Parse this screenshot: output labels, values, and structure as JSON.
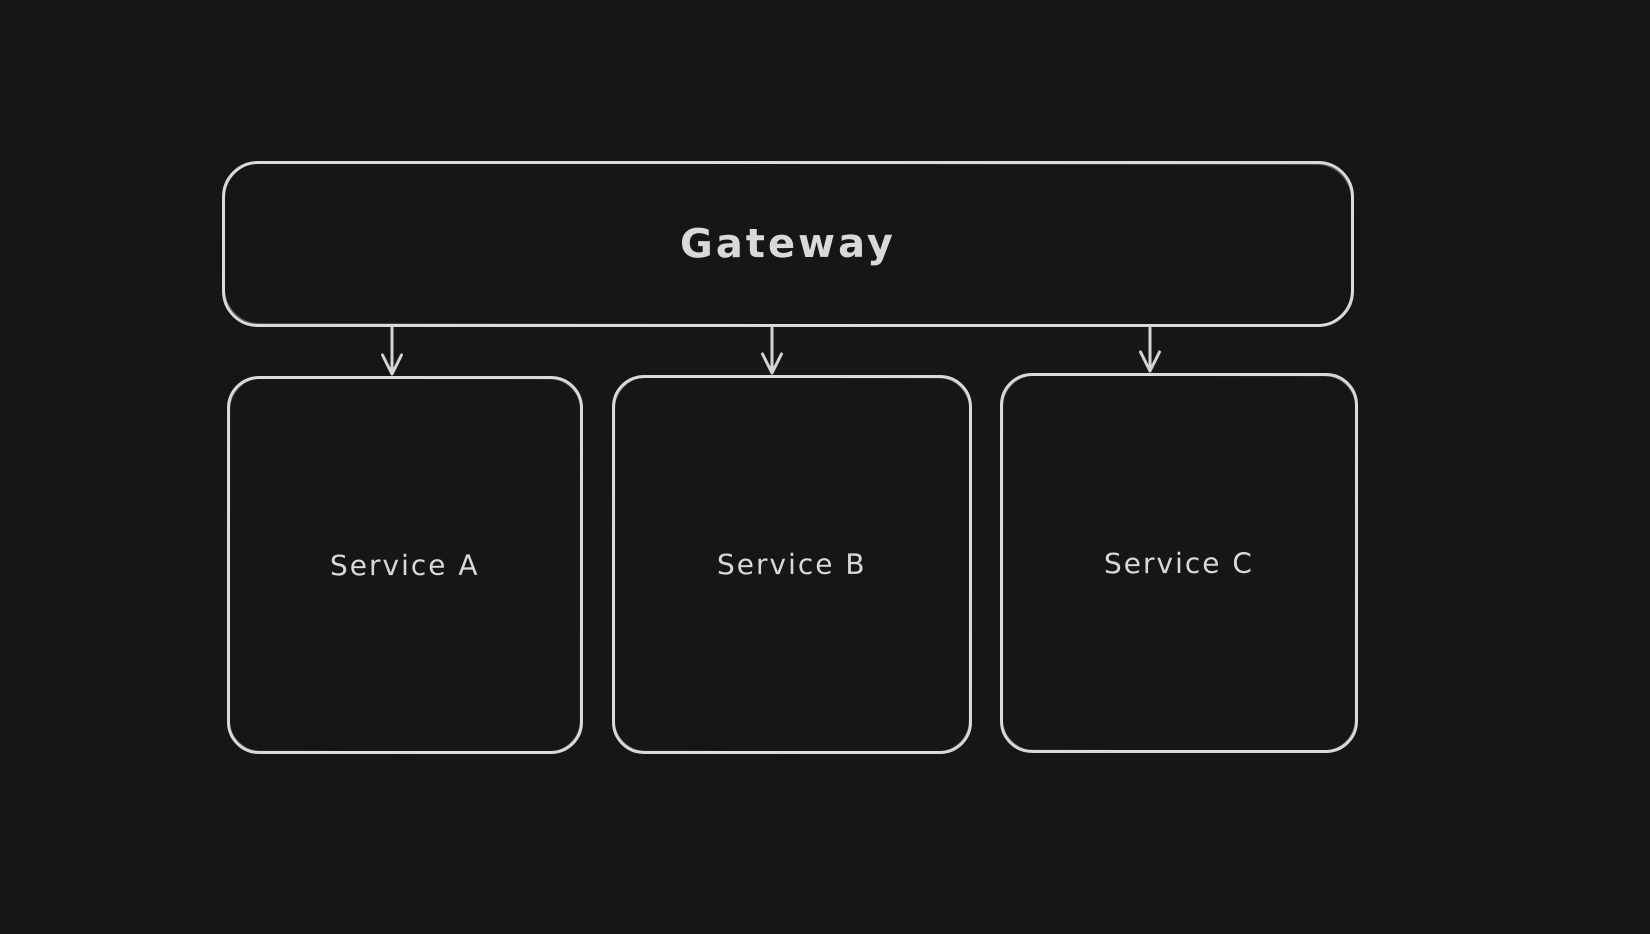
{
  "canvas": {
    "background_color": "#161616",
    "stroke_color": "#d9d9d9",
    "text_color": "#d9d9d9"
  },
  "diagram": {
    "gateway": {
      "label": "Gateway"
    },
    "services": [
      {
        "label": "Service A"
      },
      {
        "label": "Service B"
      },
      {
        "label": "Service C"
      }
    ],
    "connectors": [
      {
        "name": "arrow-gateway-to-service-a",
        "type": "arrow-down"
      },
      {
        "name": "arrow-gateway-to-service-b",
        "type": "arrow-down"
      },
      {
        "name": "arrow-gateway-to-service-c",
        "type": "arrow-down"
      }
    ]
  }
}
